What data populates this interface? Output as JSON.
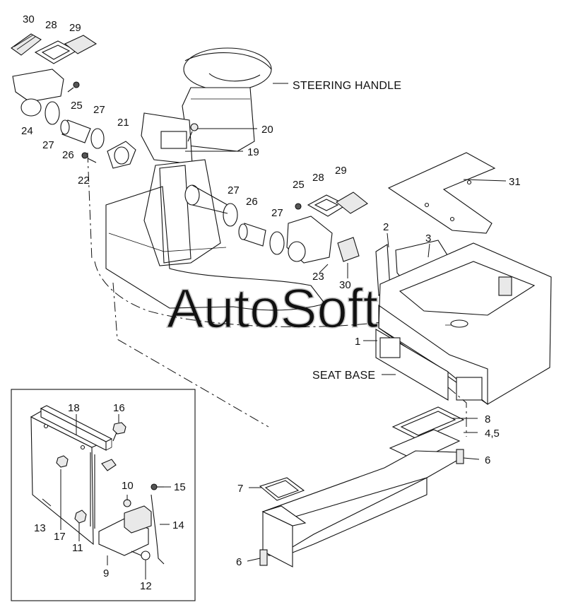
{
  "diagram": {
    "watermark": "AutoSoft",
    "reference_labels": {
      "steering_handle": "STEERING HANDLE",
      "seat_base": "SEAT BASE"
    },
    "callouts": {
      "c30a": "30",
      "c28a": "28",
      "c29a": "29",
      "c25a": "25",
      "c24": "24",
      "c27a": "27",
      "c27b": "27",
      "c26a": "26",
      "c21": "21",
      "c22": "22",
      "c20": "20",
      "c19": "19",
      "c27c": "27",
      "c25b": "25",
      "c28b": "28",
      "c29b": "29",
      "c26b": "26",
      "c27d": "27",
      "c23": "23",
      "c30b": "30",
      "c31": "31",
      "c2": "2",
      "c3": "3",
      "c1": "1",
      "c8": "8",
      "c45": "4,5",
      "c6a": "6",
      "c7": "7",
      "c6b": "6",
      "c18": "18",
      "c16": "16",
      "c15": "15",
      "c10": "10",
      "c14": "14",
      "c13": "13",
      "c17": "17",
      "c11": "11",
      "c9": "9",
      "c12": "12"
    }
  }
}
